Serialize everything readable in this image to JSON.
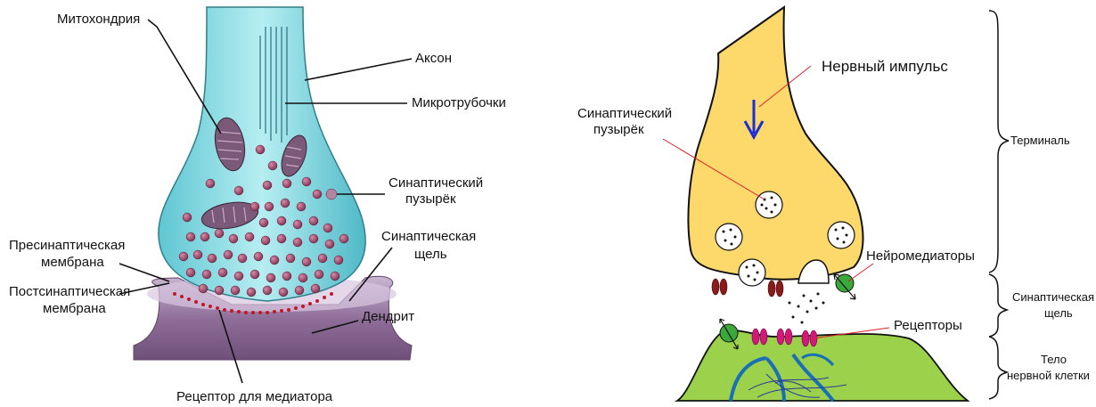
{
  "left_diagram": {
    "labels": {
      "mitochondria": "Митохондрия",
      "axon": "Аксон",
      "microtubules": "Микротрубочки",
      "vesicle_line1": "Синаптический",
      "vesicle_line2": "пузырёк",
      "cleft_line1": "Синаптическая",
      "cleft_line2": "щель",
      "presynaptic_line1": "Пресинаптическая",
      "presynaptic_line2": "мембрана",
      "postsynaptic_line1": "Постсинаптическая",
      "postsynaptic_line2": "мембрана",
      "dendrite": "Дендрит",
      "receptor": "Рецептор для медиатора"
    },
    "colors": {
      "axon_fill": "#7fd3dc",
      "vesicle": "#a0506e",
      "mitochondria": "#7a5a78",
      "dendrite": "#8d6e95"
    }
  },
  "right_diagram": {
    "labels": {
      "impulse": "Нервный импульс",
      "vesicle_line1": "Синаптический",
      "vesicle_line2": "пузырёк",
      "neuromediators": "Нейромедиаторы",
      "receptors": "Рецепторы",
      "terminal": "Терминаль",
      "cleft_line1": "Синаптическая",
      "cleft_line2": "щель",
      "cell_body_line1": "Тело",
      "cell_body_line2": "нервной клетки"
    },
    "colors": {
      "terminal_fill": "#fcd96a",
      "cell_fill": "#9bd14b",
      "receptor": "#d2187a",
      "channel": "#8b1a1a",
      "arrow": "#1a2fd6"
    }
  }
}
